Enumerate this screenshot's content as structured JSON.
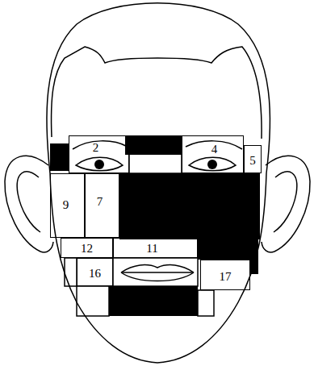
{
  "diagram": {
    "nodes": [
      {
        "text": [
          "2"
        ]
      },
      {
        "text": [
          "4"
        ]
      },
      {
        "text": [
          "5"
        ]
      },
      {
        "text": [
          "9"
        ]
      },
      {
        "text": [
          "7"
        ]
      },
      {
        "text": [
          "12"
        ]
      },
      {
        "text": [
          "11"
        ]
      },
      {
        "text": [
          "16"
        ]
      },
      {
        "text": [
          "17"
        ]
      }
    ]
  }
}
